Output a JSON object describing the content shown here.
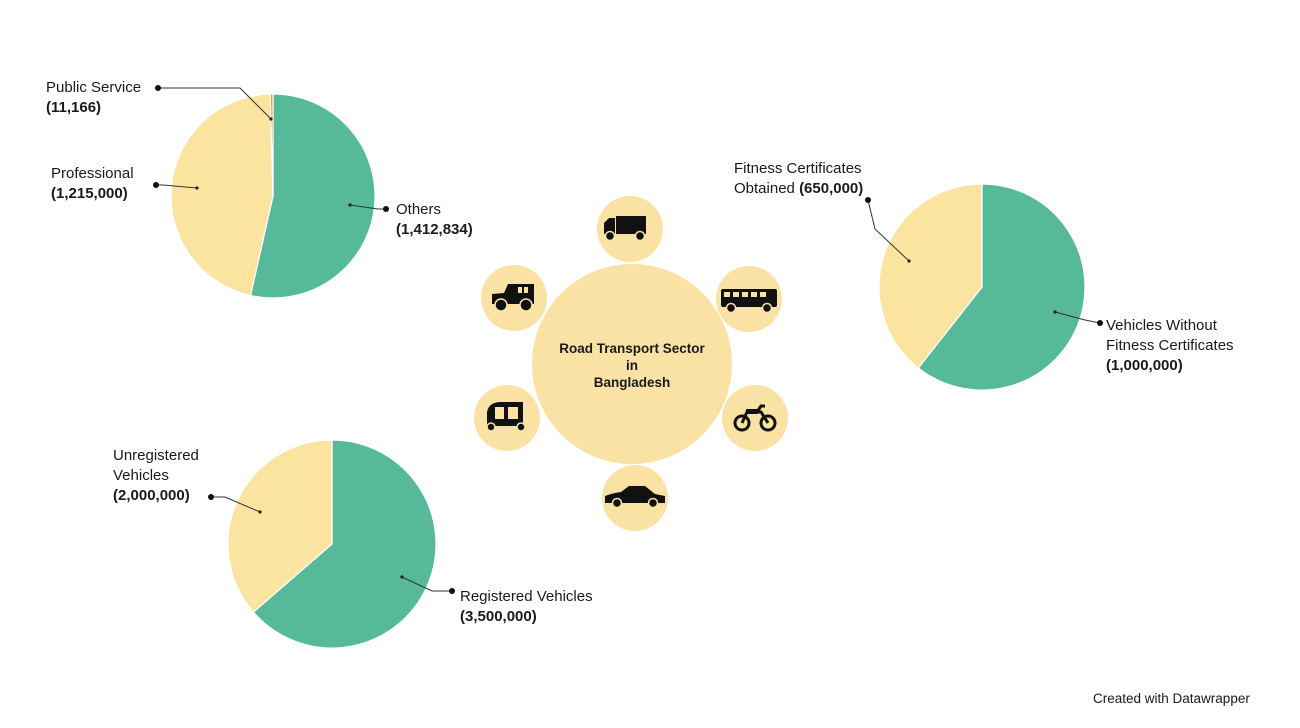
{
  "colors": {
    "green": "#55b99a",
    "yellow": "#fbe3a0",
    "orange": "#e69a2c",
    "bubble": "#f9e2a3"
  },
  "center": {
    "line1": "Road Transport Sector",
    "line2": "in",
    "line3": "Bangladesh",
    "icons": [
      "truck-icon",
      "bus-icon",
      "motorcycle-icon",
      "car-icon",
      "auto-rickshaw-icon",
      "jeep-icon"
    ]
  },
  "chart_data": [
    {
      "type": "pie",
      "title": "Vehicles by category",
      "slices": [
        {
          "label": "Others",
          "value": 1412834,
          "value_text": "(1,412,834)",
          "color": "#55b99a"
        },
        {
          "label": "Professional",
          "value": 1215000,
          "value_text": "(1,215,000)",
          "color": "#fbe3a0"
        },
        {
          "label": "Public Service",
          "value": 11166,
          "value_text": "(11,166)",
          "color": "#e69a2c"
        }
      ]
    },
    {
      "type": "pie",
      "title": "Fitness certificates",
      "slices": [
        {
          "label": "Vehicles Without Fitness Certificates",
          "label_line1": "Vehicles Without",
          "label_line2": "Fitness Certificates",
          "value": 1000000,
          "value_text": "(1,000,000)",
          "color": "#55b99a"
        },
        {
          "label": "Fitness Certificates Obtained",
          "label_line1": "Fitness Certificates",
          "label_line2": "Obtained",
          "value": 650000,
          "value_text": "(650,000)",
          "color": "#fbe3a0"
        }
      ]
    },
    {
      "type": "pie",
      "title": "Registration",
      "slices": [
        {
          "label": "Registered Vehicles",
          "value": 3500000,
          "value_text": "(3,500,000)",
          "color": "#55b99a"
        },
        {
          "label": "Unregistered Vehicles",
          "label_line1": "Unregistered",
          "label_line2": "Vehicles",
          "value": 2000000,
          "value_text": "(2,000,000)",
          "color": "#fbe3a0"
        }
      ]
    }
  ],
  "footer": {
    "credit": "Created with Datawrapper"
  }
}
